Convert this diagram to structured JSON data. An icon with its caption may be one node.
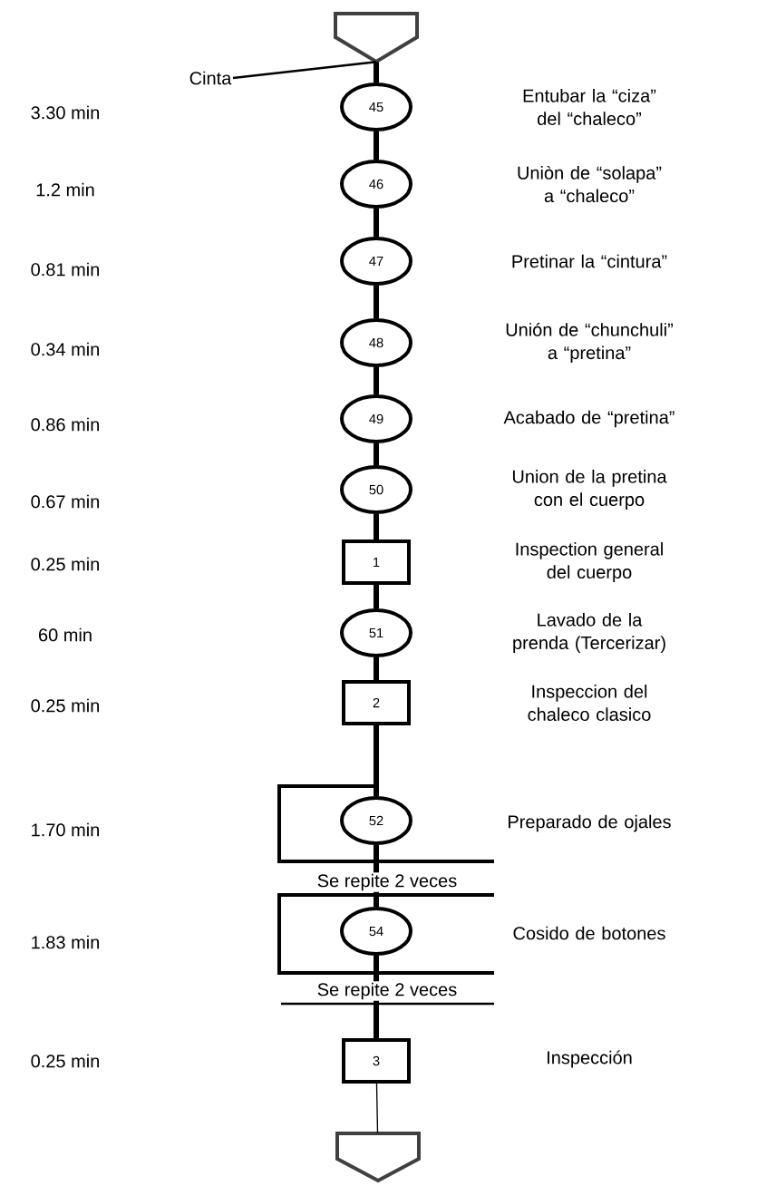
{
  "diagram": {
    "nodes": [
      {
        "text": [],
        "shape": "pentagon"
      },
      {
        "text": [
          "Cinta"
        ]
      },
      {
        "text": [
          "45"
        ]
      },
      {
        "text": [
          "46"
        ]
      },
      {
        "text": [
          "47"
        ]
      },
      {
        "text": [
          "48"
        ]
      },
      {
        "text": [
          "49"
        ]
      },
      {
        "text": [
          "50"
        ]
      },
      {
        "text": [
          "1"
        ]
      },
      {
        "text": [
          "51"
        ]
      },
      {
        "text": [
          "2"
        ]
      },
      {
        "text": [
          "52"
        ]
      },
      {
        "text": [
          "54"
        ]
      },
      {
        "text": [
          "3"
        ]
      },
      {
        "text": [],
        "shape": "pentagon"
      }
    ],
    "edges": [
      {
        "from": 0,
        "to": 2,
        "arrow": "none"
      },
      {
        "from": 1,
        "to": 0,
        "arrow": "none"
      },
      {
        "from": 2,
        "to": 3,
        "arrow": "none"
      },
      {
        "from": 3,
        "to": 4,
        "arrow": "none"
      },
      {
        "from": 4,
        "to": 5,
        "arrow": "none"
      },
      {
        "from": 5,
        "to": 6,
        "arrow": "none"
      },
      {
        "from": 6,
        "to": 7,
        "arrow": "none"
      },
      {
        "from": 7,
        "to": 8,
        "arrow": "none"
      },
      {
        "from": 8,
        "to": 9,
        "arrow": "none"
      },
      {
        "from": 9,
        "to": 10,
        "arrow": "none"
      },
      {
        "from": 10,
        "to": 11,
        "arrow": "none"
      },
      {
        "from": 11,
        "to": 12,
        "arrow": "none"
      },
      {
        "from": 12,
        "to": 13,
        "arrow": "none"
      },
      {
        "from": 13,
        "to": 14,
        "arrow": "none"
      }
    ],
    "labels": [
      "3.30 min",
      "Entubar la “ciza” del “chaleco”",
      "1.2 min",
      "Uniòn de “solapa” a “chaleco”",
      "0.81 min",
      "Pretinar la “cintura”",
      "0.34 min",
      "Unión de “chunchuli” a “pretina”",
      "0.86 min",
      "Acabado de “pretina”",
      "0.67 min",
      "Union de la pretina con el cuerpo",
      "0.25 min",
      "Inspection general del cuerpo",
      "60 min",
      "Lavado de la prenda (Tercerizar)",
      "0.25 min",
      "Inspeccion del chaleco clasico",
      "1.70 min",
      "Preparado de ojales",
      "Se repite 2 veces",
      "1.83 min",
      "Cosido de botones",
      "Se repite 2 veces",
      "0.25 min",
      "Inspección"
    ]
  }
}
